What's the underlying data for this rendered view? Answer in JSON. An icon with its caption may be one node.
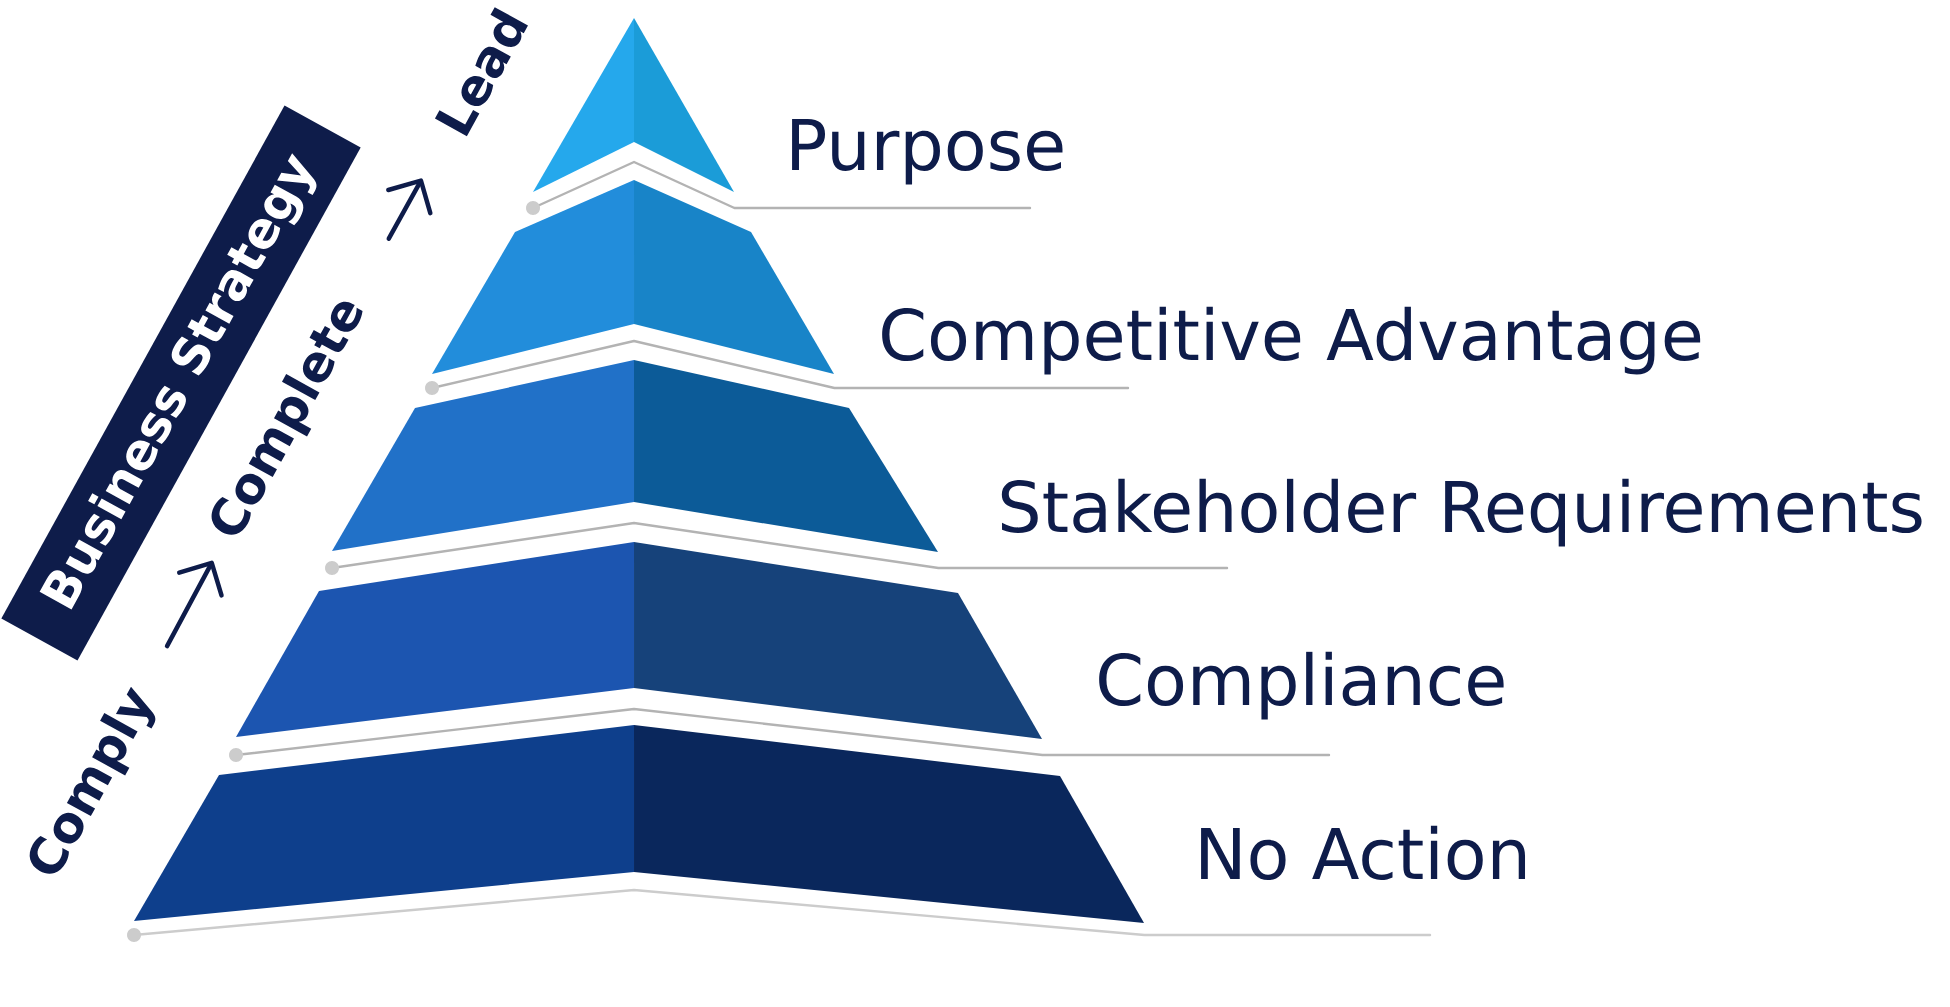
{
  "diagram": {
    "nodes": [
      {
        "text": [
          "Business Strategy"
        ]
      },
      {
        "text": [
          "Comply"
        ]
      },
      {
        "text": [
          "Complete"
        ]
      },
      {
        "text": [
          "Lead"
        ]
      },
      {
        "text": [],
        "shape": "triangle"
      },
      {
        "text": [],
        "shape": "trapezoid"
      },
      {
        "text": [],
        "shape": "trapezoid"
      },
      {
        "text": [],
        "shape": "trapezoid"
      },
      {
        "text": [],
        "shape": "trapezoid"
      },
      {
        "text": [
          "Purpose"
        ]
      },
      {
        "text": [
          "Competitive Advantage"
        ]
      },
      {
        "text": [
          "Stakeholder Requirements"
        ]
      },
      {
        "text": [
          "Compliance"
        ]
      },
      {
        "text": [
          "No Action"
        ]
      }
    ],
    "edges": [
      {
        "from": 1,
        "to": 2,
        "arrow": "to",
        "color": "#0e1c4a"
      },
      {
        "from": 2,
        "to": 3,
        "arrow": "to",
        "color": "#0e1c4a"
      },
      {
        "from": 9,
        "to": 4,
        "arrow": "other"
      },
      {
        "from": 10,
        "to": 5,
        "arrow": "other"
      },
      {
        "from": 11,
        "to": 6,
        "arrow": "other"
      },
      {
        "from": 12,
        "to": 7,
        "arrow": "other"
      },
      {
        "from": 13,
        "to": 8,
        "arrow": "other",
        "color": "#cccccc"
      }
    ]
  }
}
